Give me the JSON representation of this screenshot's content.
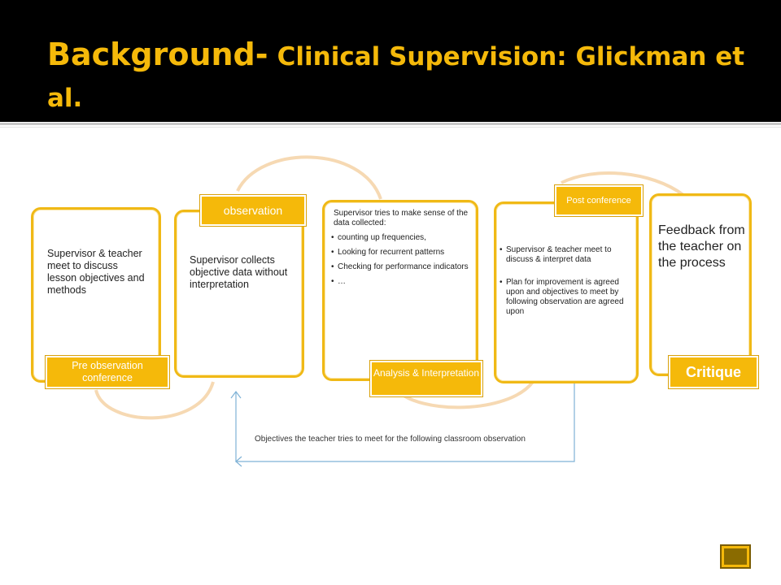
{
  "slide": {
    "title_main": "Background-",
    "title_sub": "Clinical Supervision: Glickman et al."
  },
  "cycle": {
    "steps": [
      {
        "label": "Pre observation conference",
        "description": "Supervisor & teacher meet to discuss lesson objectives and methods"
      },
      {
        "label": "observation",
        "description": "Supervisor collects objective data without interpretation"
      },
      {
        "label": "Analysis & Interpretation",
        "intro": "Supervisor tries to make sense of the data collected:",
        "bullets": [
          "counting up frequencies,",
          "Looking for recurrent patterns",
          "Checking for performance indicators",
          "…"
        ]
      },
      {
        "label": "Post conference",
        "bullets": [
          "Supervisor & teacher meet to discuss & interpret data",
          "Plan for improvement is agreed upon and objectives to meet by following observation are agreed upon"
        ]
      },
      {
        "label": "Critique",
        "description": "Feedback from the teacher on the process"
      }
    ],
    "feedback_note": "Objectives the teacher tries to meet for the following classroom observation"
  },
  "colors": {
    "accent": "#f5b90a",
    "arc": "#f6d9b3",
    "feedback_line": "#7fb2d6"
  },
  "icons": {
    "nav_button": "home-icon"
  }
}
